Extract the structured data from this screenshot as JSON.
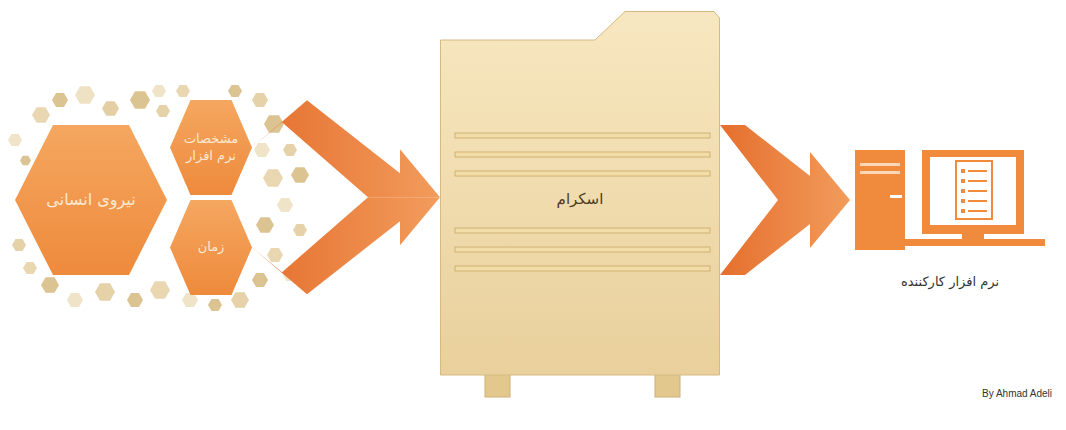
{
  "diagram": {
    "nodes": [
      {
        "text": [
          "نیروی انسانی"
        ]
      },
      {
        "text": [
          "مشخصات نرم افزار"
        ]
      },
      {
        "text": [
          "زمان"
        ]
      },
      {
        "text": [
          "اسکرام"
        ]
      },
      {
        "text": [
          "نرم افزار کارکننده"
        ]
      }
    ],
    "edges": [
      {
        "from": 1,
        "to": 3,
        "arrow": "to"
      },
      {
        "from": 2,
        "to": 3,
        "arrow": "to"
      },
      {
        "from": 3,
        "to": 4,
        "arrow": "to"
      }
    ],
    "labels": [
      "By Ahmad Adeli"
    ]
  }
}
